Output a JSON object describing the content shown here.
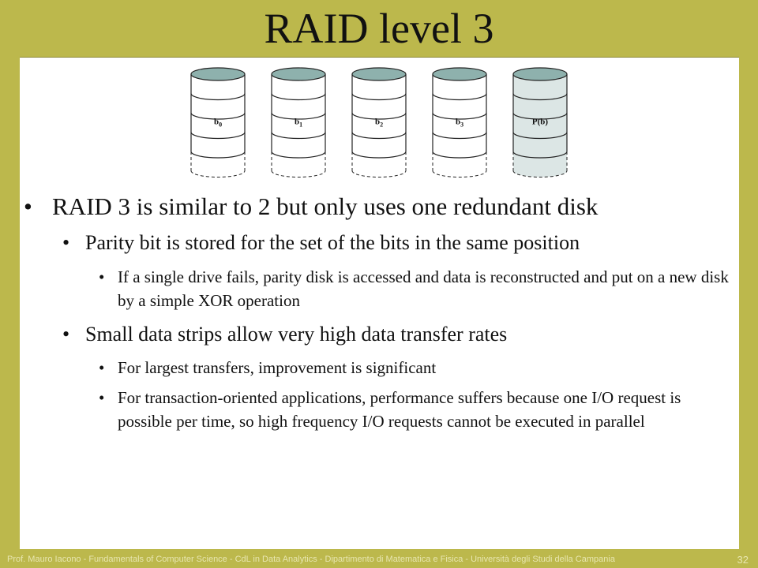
{
  "slide": {
    "title": "RAID level 3",
    "footer": "Prof. Mauro Iacono - Fundamentals of Computer  Science - CdL in Data Analytics - Dipartimento di Matematica e Fisica - Università degli Studi della Campania",
    "page_number": "32"
  },
  "diagram": {
    "disks": [
      {
        "base": "b",
        "sub": "0",
        "parity": false
      },
      {
        "base": "b",
        "sub": "1",
        "parity": false
      },
      {
        "base": "b",
        "sub": "2",
        "parity": false
      },
      {
        "base": "b",
        "sub": "3",
        "parity": false
      },
      {
        "base": "P(b)",
        "sub": "",
        "parity": true
      }
    ],
    "colors": {
      "disk_top": "#8eb1ad",
      "parity_body": "#dce6e5",
      "data_body": "#ffffff"
    }
  },
  "bullets": {
    "b1": "RAID 3 is similar to 2 but only uses one redundant disk",
    "b1_1": "Parity bit is stored for the set of the bits in the same position",
    "b1_1_1": "If a single drive fails, parity disk is accessed and data is reconstructed and put on a new disk by a simple XOR operation",
    "b1_2": "Small data strips allow very high data transfer rates",
    "b1_2_1": "For largest transfers,  improvement is significant",
    "b1_2_2": "For transaction-oriented applications, performance suffers because one I/O request is possible per time, so high frequency I/O requests cannot be executed in parallel"
  }
}
